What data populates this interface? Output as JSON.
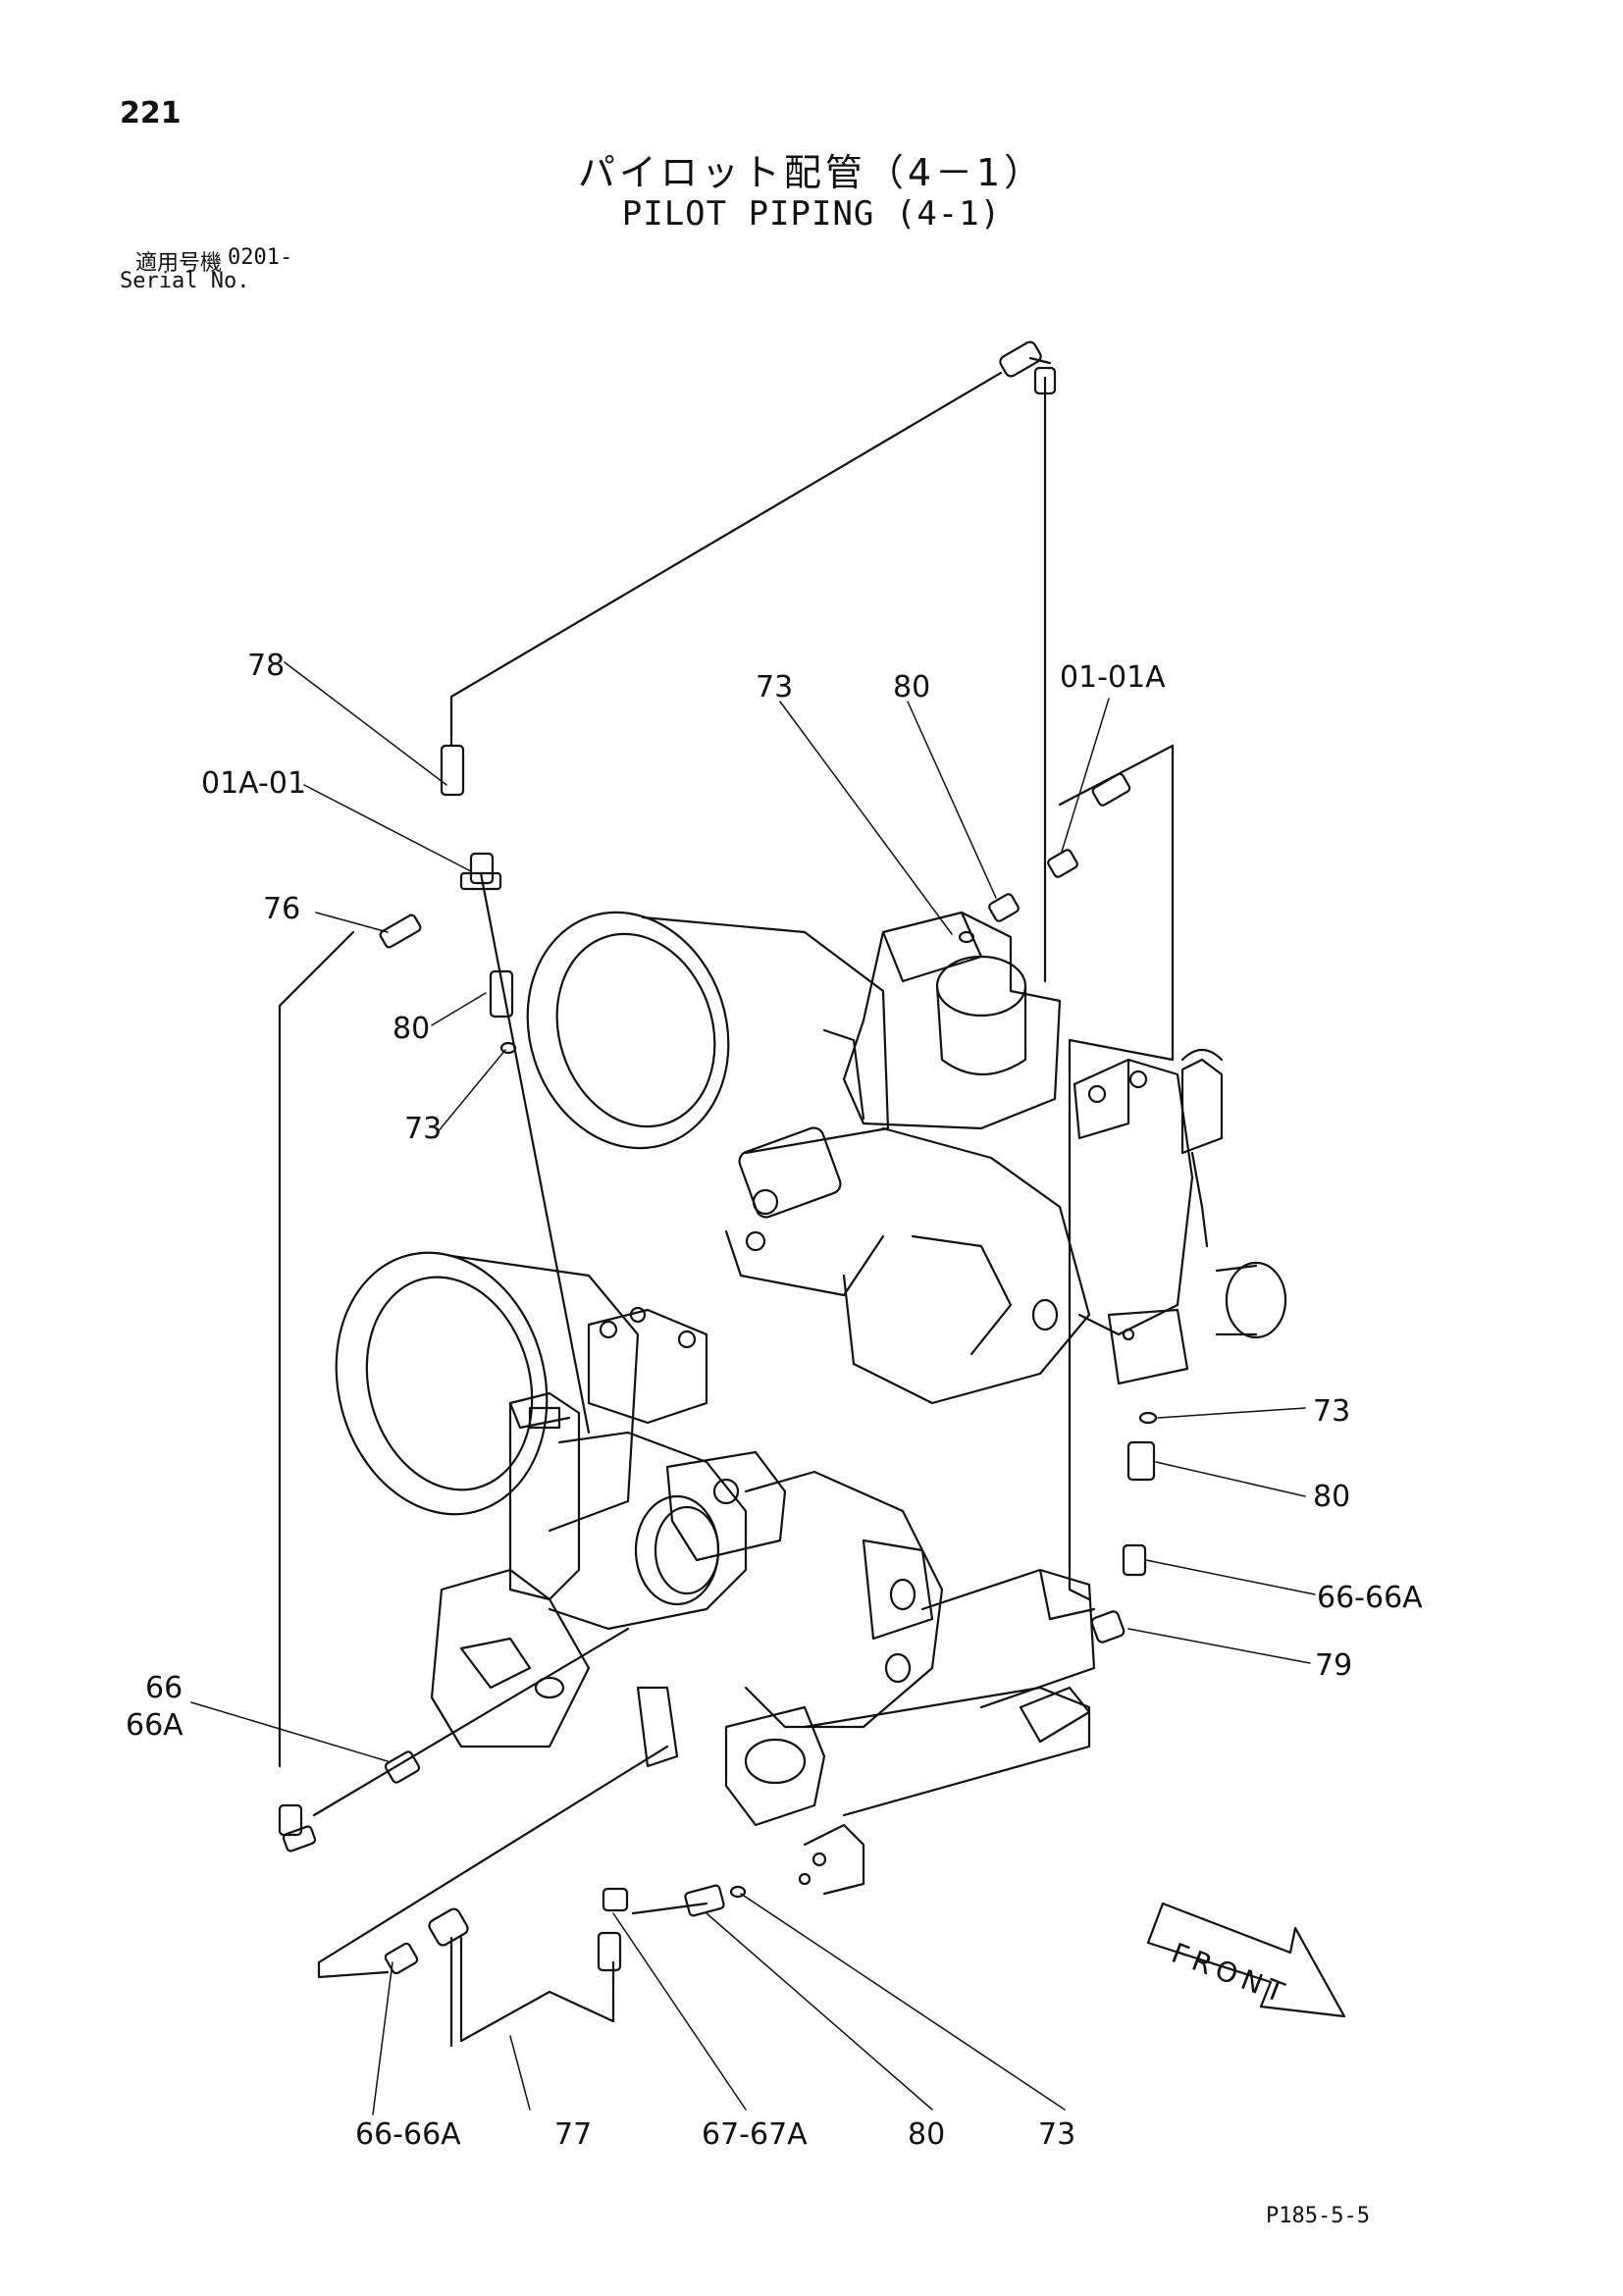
{
  "page_number": "221",
  "title_ja": "パイロット配管（4－1）",
  "title_en": "PILOT PIPING (4-1)",
  "serial_label_ja": "適用号機",
  "serial_number": "0201-",
  "serial_label_en": "Serial No.",
  "drawing_code": "P185-5-5",
  "front_label": "FRONT",
  "callouts": [
    {
      "id": "c78",
      "text": "78"
    },
    {
      "id": "c01a-01",
      "text": "01A-01"
    },
    {
      "id": "c76",
      "text": "76"
    },
    {
      "id": "c80a",
      "text": "80"
    },
    {
      "id": "c73a",
      "text": "73"
    },
    {
      "id": "c73b",
      "text": "73"
    },
    {
      "id": "c80b",
      "text": "80"
    },
    {
      "id": "c01-01a",
      "text": "01-01A"
    },
    {
      "id": "c73c",
      "text": "73"
    },
    {
      "id": "c80c",
      "text": "80"
    },
    {
      "id": "c66-66a-r",
      "text": "66-66A"
    },
    {
      "id": "c79",
      "text": "79"
    },
    {
      "id": "c66",
      "text": "66"
    },
    {
      "id": "c66a",
      "text": "66A"
    },
    {
      "id": "c66-66a-b",
      "text": "66-66A"
    },
    {
      "id": "c77",
      "text": "77"
    },
    {
      "id": "c67-67a",
      "text": "67-67A"
    },
    {
      "id": "c80d",
      "text": "80"
    },
    {
      "id": "c73d",
      "text": "73"
    }
  ]
}
